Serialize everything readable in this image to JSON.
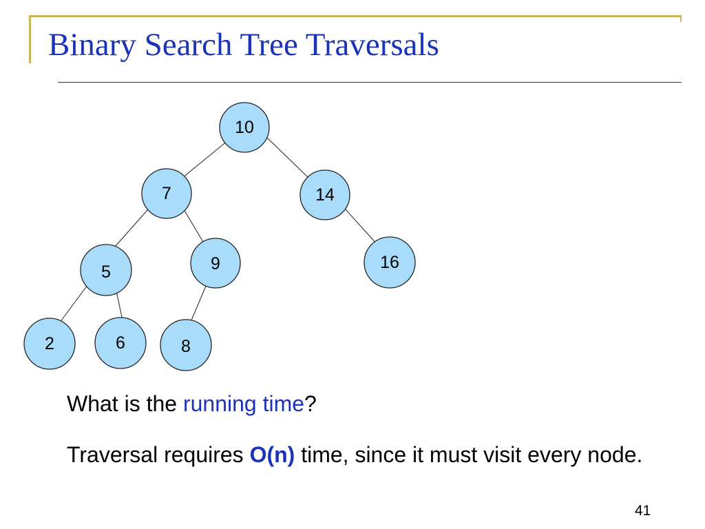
{
  "slide": {
    "title": "Binary Search Tree Traversals",
    "page_number": "41",
    "accent_color": "#c9b458",
    "title_color": "#1a33b8"
  },
  "tree": {
    "node_fill": "#a9dcfb",
    "nodes": [
      {
        "id": "n10",
        "label": "10"
      },
      {
        "id": "n7",
        "label": "7"
      },
      {
        "id": "n14",
        "label": "14"
      },
      {
        "id": "n5",
        "label": "5"
      },
      {
        "id": "n9",
        "label": "9"
      },
      {
        "id": "n16",
        "label": "16"
      },
      {
        "id": "n2",
        "label": "2"
      },
      {
        "id": "n6",
        "label": "6"
      },
      {
        "id": "n8",
        "label": "8"
      }
    ],
    "edges": [
      {
        "from": "10",
        "to": "7"
      },
      {
        "from": "10",
        "to": "14"
      },
      {
        "from": "7",
        "to": "5"
      },
      {
        "from": "7",
        "to": "9"
      },
      {
        "from": "14",
        "to": "16"
      },
      {
        "from": "5",
        "to": "2"
      },
      {
        "from": "5",
        "to": "6"
      },
      {
        "from": "9",
        "to": "8"
      }
    ]
  },
  "content": {
    "question_prefix": "What is the ",
    "question_highlight": "running time",
    "question_suffix": "?",
    "answer_prefix": "Traversal requires ",
    "answer_highlight": "O(n)",
    "answer_suffix": " time, since it must visit every node."
  }
}
